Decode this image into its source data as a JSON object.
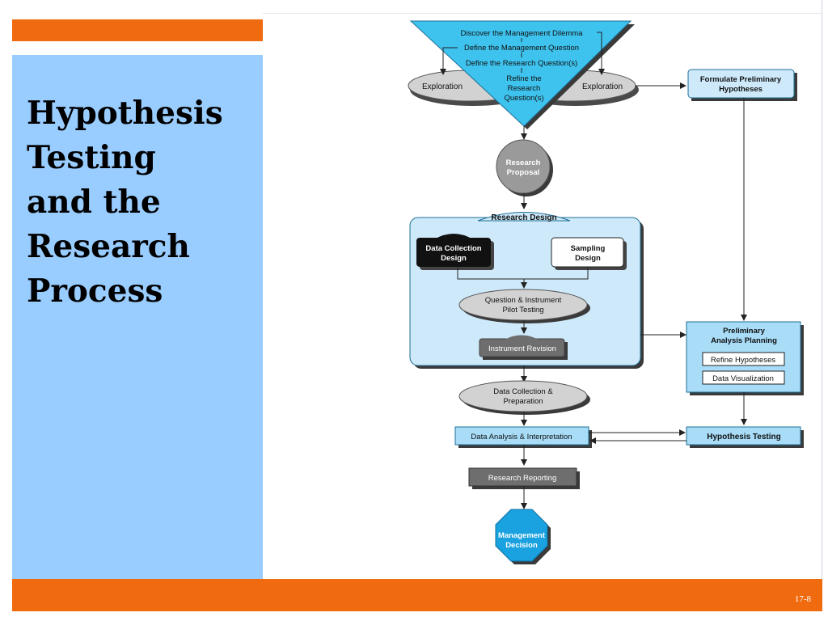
{
  "slide": {
    "title_lines": [
      "Hypothesis",
      "Testing",
      "and the",
      "Research",
      "Process"
    ],
    "page_number": "17-8"
  },
  "diagram": {
    "funnel": {
      "discover": "Discover the Management Dilemma",
      "define_mgmt": "Define the Management Question",
      "define_research": "Define the Research Question(s)",
      "refine_l1": "Refine the",
      "refine_l2": "Research",
      "refine_l3": "Question(s)"
    },
    "exploration_left": "Exploration",
    "exploration_right": "Exploration",
    "formulate_l1": "Formulate Preliminary",
    "formulate_l2": "Hypotheses",
    "proposal_l1": "Research",
    "proposal_l2": "Proposal",
    "research_design": {
      "title": "Research Design",
      "data_collection_l1": "Data Collection",
      "data_collection_l2": "Design",
      "sampling_l1": "Sampling",
      "sampling_l2": "Design",
      "pilot_l1": "Question & Instrument",
      "pilot_l2": "Pilot Testing",
      "instrument_revision": "Instrument Revision"
    },
    "analysis_planning": {
      "title_l1": "Preliminary",
      "title_l2": "Analysis Planning",
      "refine_hypotheses": "Refine Hypotheses",
      "data_visualization": "Data Visualization"
    },
    "data_collection_prep_l1": "Data Collection &",
    "data_collection_prep_l2": "Preparation",
    "data_analysis": "Data Analysis & Interpretation",
    "hypothesis_testing": "Hypothesis Testing",
    "research_reporting": "Research Reporting",
    "management_decision_l1": "Management",
    "management_decision_l2": "Decision"
  },
  "colors": {
    "orange": "#f06a0f",
    "panel_blue": "#99ccff",
    "cyan": "#3ec3ee",
    "light_blue": "#cde9fa",
    "box_blue": "#a8dcf7",
    "grey_ellipse": "#d2d2d2",
    "dark_grey": "#6e6e6e",
    "decision_blue": "#1aa2e0"
  }
}
